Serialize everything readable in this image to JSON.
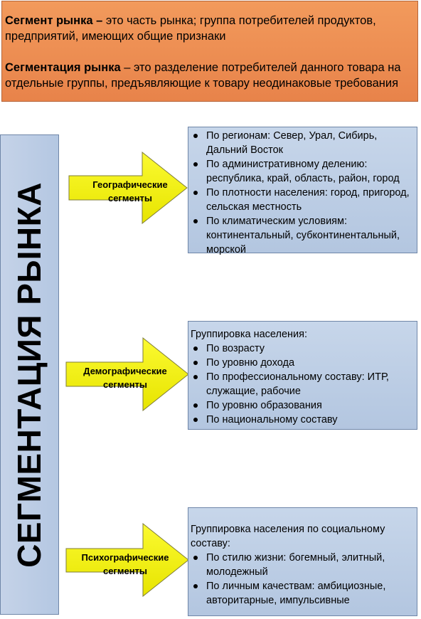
{
  "definitions": {
    "segment_term": "Сегмент рынка –",
    "segment_text": " это часть рынка; группа потребителей продуктов, предприятий, имеющих общие признаки",
    "segmentation_term": "Сегментация рынка",
    "segmentation_text": " – это разделение потребителей данного товара на отдельные группы, предъявляющие к товару неодинаковые требования"
  },
  "vertical_title": "СЕГМЕНТАЦИЯ РЫНКА",
  "geographic": {
    "label_line1": "Географические",
    "label_line2": "сегменты",
    "items": [
      "По регионам: Север, Урал, Сибирь, Дальний Восток",
      "По административному делению: республика, край, область, район, город",
      "По плотности населения: город, пригород, сельская местность",
      "По климатическим условиям: континентальный, субконтинентальный, морской"
    ]
  },
  "demographic": {
    "label_line1": "Демографические",
    "label_line2": "сегменты",
    "intro": "Группировка населения:",
    "items": [
      "По возрасту",
      "По уровню дохода",
      "По профессиональному составу: ИТР, служащие, рабочие",
      "По уровню образования",
      "По национальному составу"
    ]
  },
  "psychographic": {
    "label_line1": "Психографические",
    "label_line2": "сегменты",
    "intro": "Группировка населения по социальному составу:",
    "items": [
      "По стилю жизни: богемный, элитный, молодежный",
      "По личным качествам: амбициозные, авторитарные, импульсивные"
    ]
  },
  "colors": {
    "definition_fill": "#e8834a",
    "panel_fill": "#b8cae3",
    "arrow_fill": "#f0ee00",
    "border": "#6f86a8"
  }
}
